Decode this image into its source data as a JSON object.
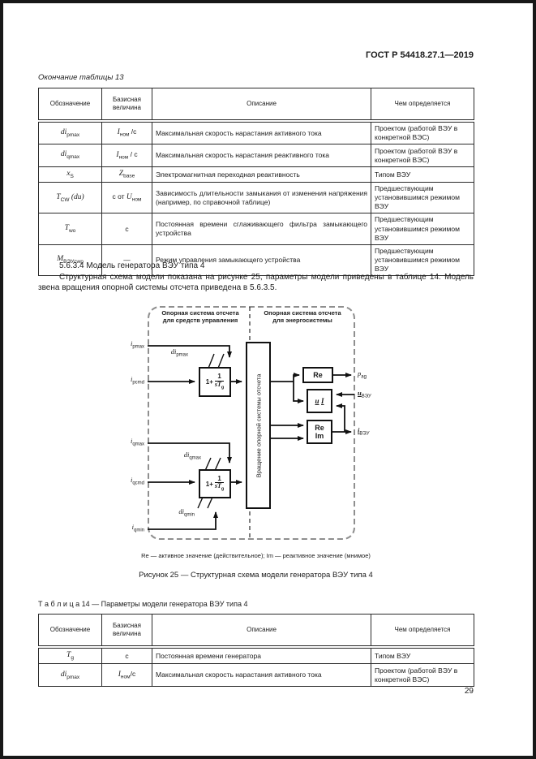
{
  "header": {
    "doc_number": "ГОСТ Р 54418.27.1—2019"
  },
  "labels": {
    "table13_continuation": "Окончание таблицы 13",
    "table14_title": "Т а б л и ц а  14 — Параметры модели генератора ВЭУ типа 4",
    "page_number": "29"
  },
  "section": {
    "heading": "5.6.3.4 Модель генератора ВЭУ типа 4",
    "body": "Структурная схема модели показана на рисунке 25, параметры модели приведены в таблице 14. Модель звена вращения опорной системы отсчета приведена в 5.6.3.5."
  },
  "table_headers": [
    "Обозначение",
    "Базисная величина",
    "Описание",
    "Чем определяется"
  ],
  "table13": {
    "rows": [
      {
        "sym_main": "di",
        "sym_sub": "pmax",
        "base_main": "I",
        "base_sub": "ном",
        "base_tail": " /с",
        "desc": "Максимальная скорость нарастания активного тока",
        "det": "Проектом (работой ВЭУ в конкретной ВЭС)"
      },
      {
        "sym_main": "di",
        "sym_sub": "qmax",
        "base_main": "I",
        "base_sub": "ном",
        "base_tail": " / с",
        "desc": "Максимальная скорость нарастания реактивного тока",
        "det": "Проектом (работой ВЭУ в конкретной ВЭС)"
      },
      {
        "sym_main": "x",
        "sym_sub": "S",
        "base_main": "Z",
        "base_sub": "base",
        "desc": "Электромагнитная переходная реактивность",
        "det": "Типом ВЭУ"
      },
      {
        "sym_main": "T",
        "sym_sub": "CW",
        "sym_tail": " (du)",
        "base_pre": "с от ",
        "base_main": "U",
        "base_sub": "ном",
        "desc": "Зависимость длительности замыкания от изменения напряжения (например, по справочной таблице)",
        "det": "Предшествующим установившимся режимом ВЭУ"
      },
      {
        "sym_main": "T",
        "sym_sub": "wo",
        "base_pre": "с",
        "desc": "Постоянная времени сглаживающего фильтра замыкающего устройства",
        "det": "Предшествующим установившимся режимом ВЭУ"
      },
      {
        "sym_main": "M",
        "sym_sub": "ВЭУcwp",
        "base_pre": "—",
        "desc": "Режим управления замыкающего устройства",
        "det": "Предшествующим установившимся режимом ВЭУ"
      }
    ]
  },
  "table14": {
    "rows": [
      {
        "sym_main": "T",
        "sym_sub": "g",
        "base_pre": "с",
        "desc": "Постоянная времени генератора",
        "det": "Типом ВЭУ"
      },
      {
        "sym_main": "di",
        "sym_sub": "pmax",
        "base_main": "I",
        "base_sub": "ном",
        "base_tail": "/с",
        "desc": "Максимальная скорость нарастания активного тока",
        "det": "Проектом (работой ВЭУ в конкретной ВЭС)"
      }
    ]
  },
  "figure": {
    "frame_left_line1": "Опорная система отсчета",
    "frame_left_line2": "для средств управления",
    "frame_right_line1": "Опорная система отсчета",
    "frame_right_line2": "для энергосистемы",
    "tall_block": "Вращение опорной системы отсчета",
    "lag_pre": "1+",
    "lag_num": "1",
    "lag_den_main": "sT",
    "lag_den_sub": "g",
    "re_label": "Re",
    "ui_u": "u",
    "ui_i": "I",
    "reim_line1": "Re",
    "reim_line2": "Im",
    "sig": {
      "ipmax": {
        "m": "i",
        "s": "pmax"
      },
      "ipcmd": {
        "m": "i",
        "s": "pcmd"
      },
      "iqmax": {
        "m": "i",
        "s": "qmax"
      },
      "iqcmd": {
        "m": "i",
        "s": "qcmd"
      },
      "iqmin": {
        "m": "i",
        "s": "qmin"
      },
      "dipmax": {
        "m": "di",
        "s": "pmax"
      },
      "diqmax": {
        "m": "di",
        "s": "qmax"
      },
      "diqmin": {
        "m": "di",
        "s": "qmin"
      },
      "pag": {
        "m": "p",
        "s": "ag"
      },
      "uwt": {
        "m": "u",
        "s": "ВЭУ"
      },
      "iwt": {
        "m": "i",
        "s": "ВЭУ"
      }
    },
    "note": "Re — активное значение (действительное); Im — реактивное значение (мнимое)",
    "caption": "Рисунок 25 — Структурная схема модели генератора ВЭУ типа 4"
  }
}
